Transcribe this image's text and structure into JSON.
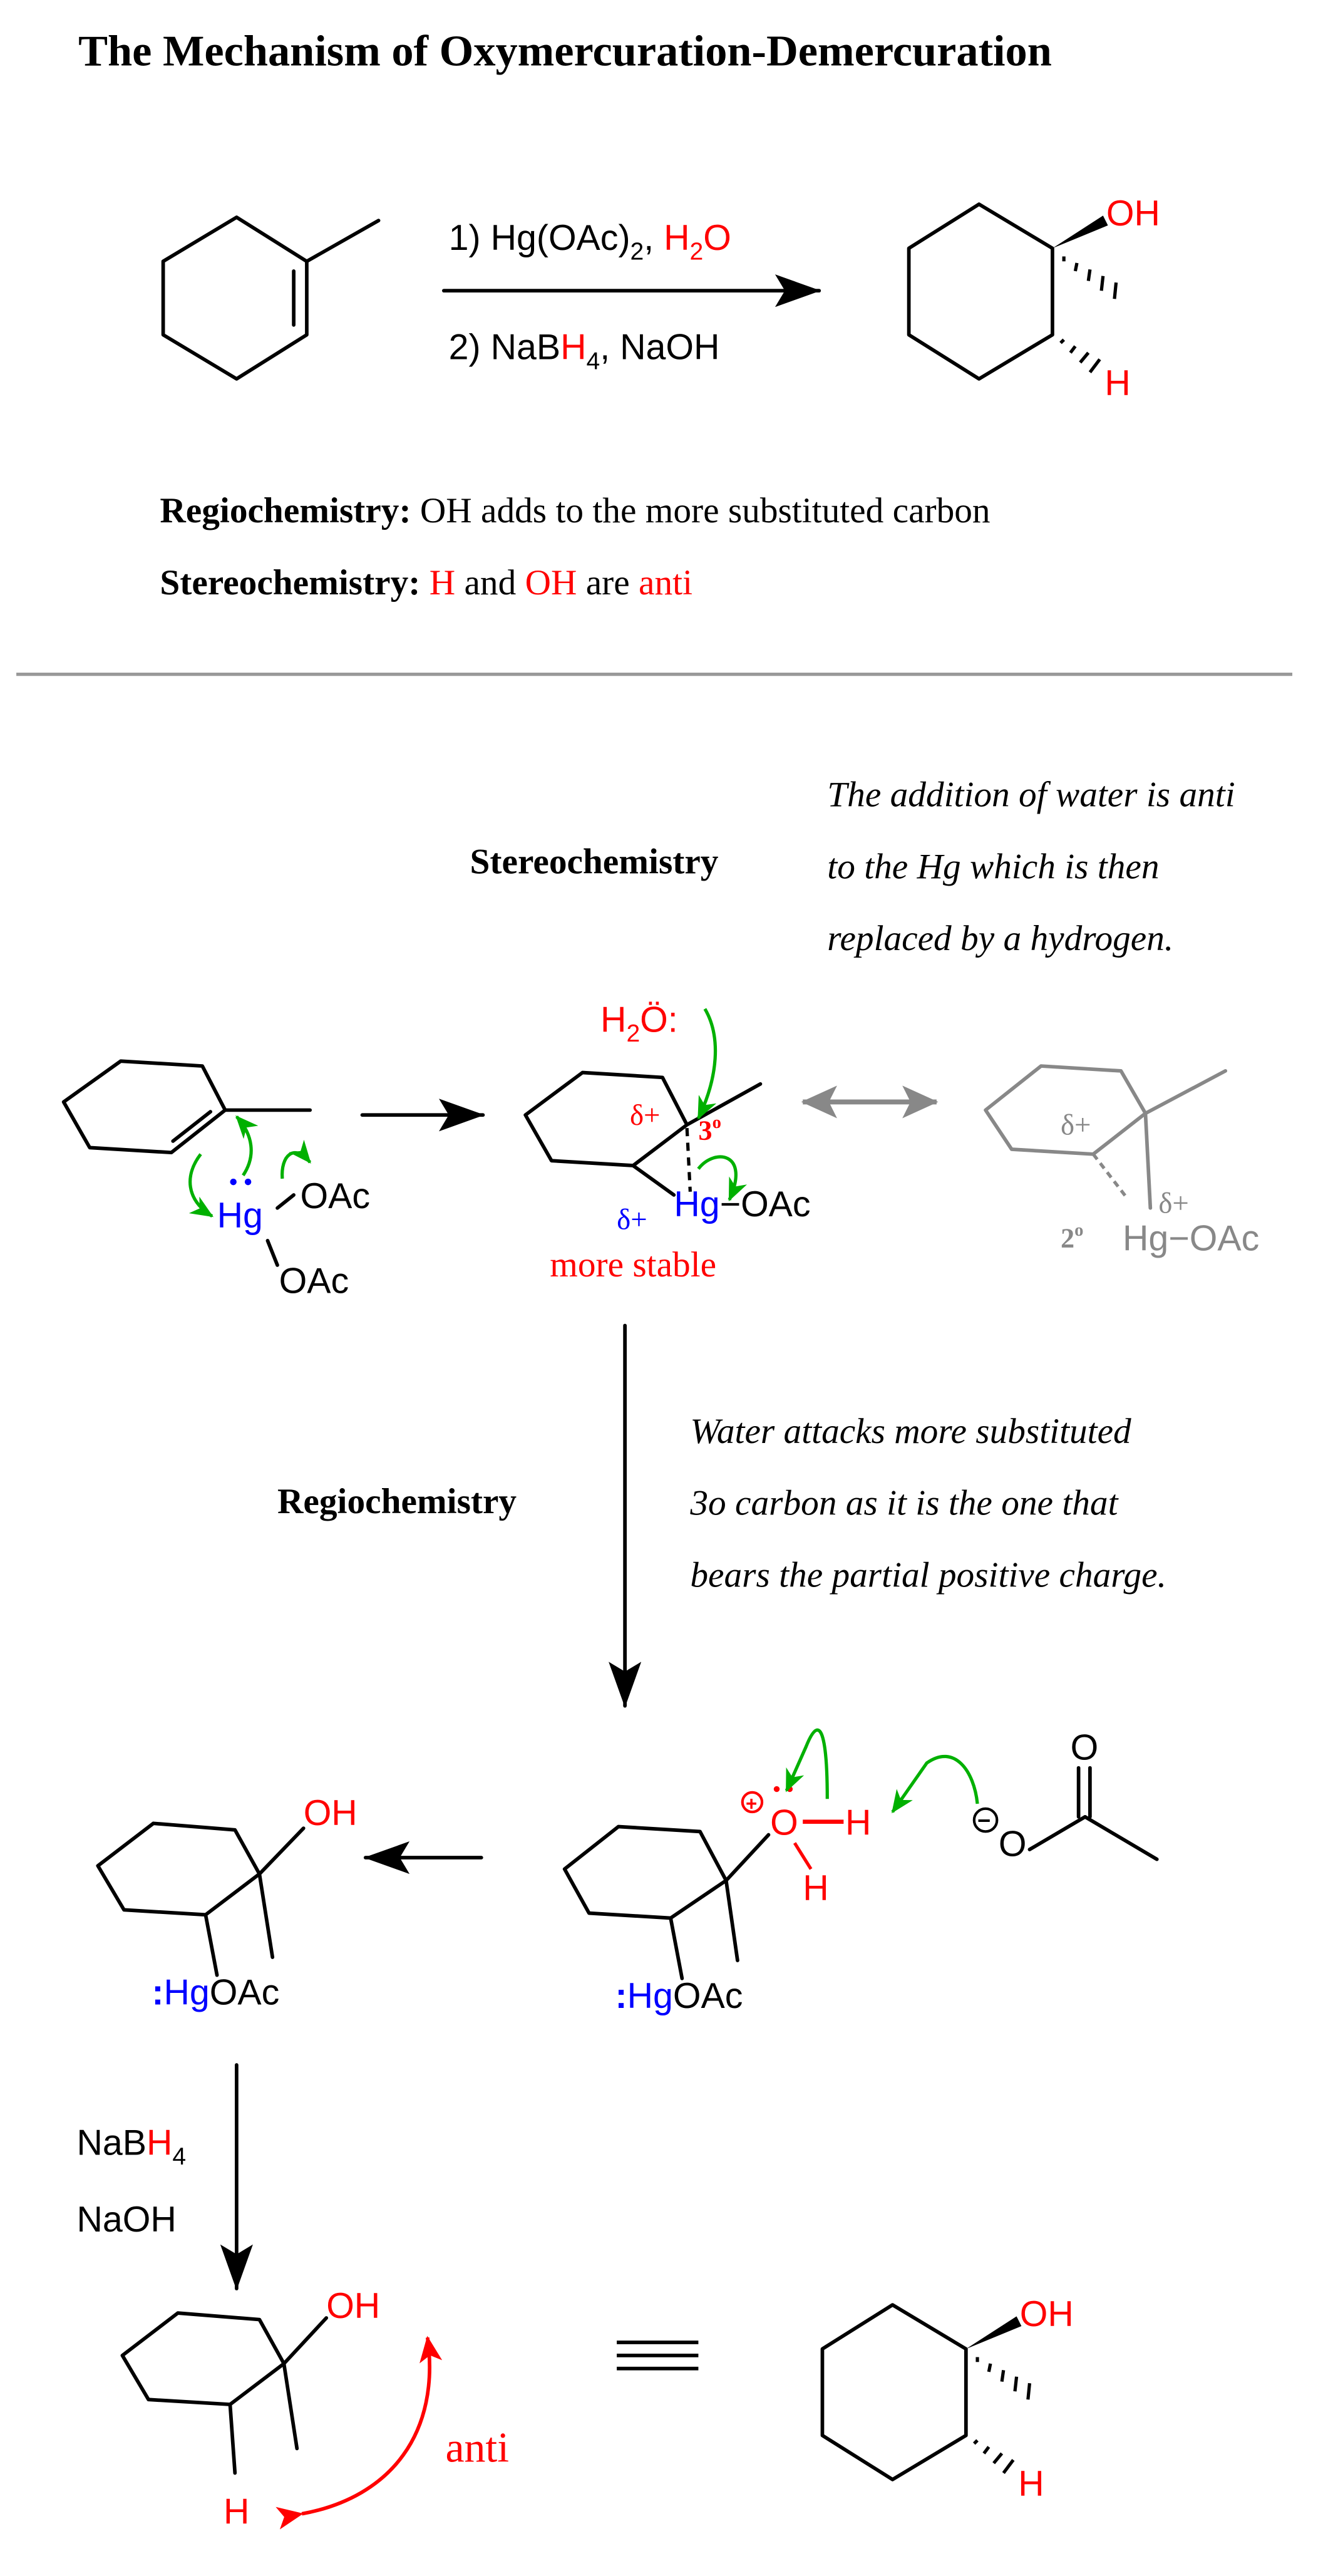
{
  "title": "The Mechanism of Oxymercuration-Demercuration",
  "colors": {
    "reagent_highlight": "#ff0000",
    "mercury": "#0000ff",
    "electron_arrows": "#00b000",
    "resonance_minor": "#888888",
    "divider": "#999999"
  },
  "reaction": {
    "step1": {
      "prefix": "1) Hg(OAc)",
      "sub": "2",
      "sep": ", ",
      "water_h": "H",
      "water_sub": "2",
      "water_o": "O"
    },
    "step2": {
      "prefix": "2) NaB",
      "h": "H",
      "sub": "4",
      "rest": ", NaOH"
    },
    "product": {
      "oh": "OH",
      "h": "H"
    }
  },
  "summary": {
    "regio_label": "Regiochemistry:",
    "regio_text": " OH adds to the more substituted carbon",
    "stereo_label": "Stereochemistry:",
    "stereo_h": " H",
    "stereo_and": " and ",
    "stereo_oh": "OH",
    "stereo_are": " are ",
    "stereo_anti": "anti"
  },
  "stereo_section": {
    "label": "Stereochemistry",
    "note": [
      "The addition of water is anti",
      "to the Hg which is then",
      "replaced by a hydrogen."
    ]
  },
  "step_a": {
    "hg": "Hg",
    "oac": "OAc",
    "oac2": "OAc",
    "water_h": "H",
    "water_sub": "2",
    "water_o": "Ö:",
    "delta_red": "δ+",
    "tertiary": "3",
    "deg": "o",
    "delta_blue": "δ+",
    "hg2": "Hg",
    "oac3": "−OAc",
    "more_stable": "more stable",
    "minor_delta1": "δ+",
    "minor_delta2": "δ+",
    "secondary": "2",
    "deg2": "o",
    "minor_hg": "Hg−OAc"
  },
  "regio_section": {
    "label": "Regiochemistry",
    "note": [
      "Water attacks more substituted",
      "3o carbon as it is the one that",
      "bears the partial positive charge."
    ]
  },
  "step_b": {
    "oxonium_o": "O",
    "oxonium_h1": "H",
    "oxonium_h2": "H",
    "plus": "+",
    "acetate_o": "O",
    "acetate_o2": "O",
    "minus": "−",
    "colon": ":",
    "hg": "Hg",
    "oac": "OAc",
    "left_oh": "OH",
    "left_colon": ":",
    "left_hg": "Hg",
    "left_oac": "OAc"
  },
  "step_c": {
    "reagent1_prefix": "NaB",
    "reagent1_h": "H",
    "reagent1_sub": "4",
    "reagent2": "NaOH",
    "oh": "OH",
    "h": "H",
    "anti": "anti",
    "final_oh": "OH",
    "final_h": "H"
  }
}
